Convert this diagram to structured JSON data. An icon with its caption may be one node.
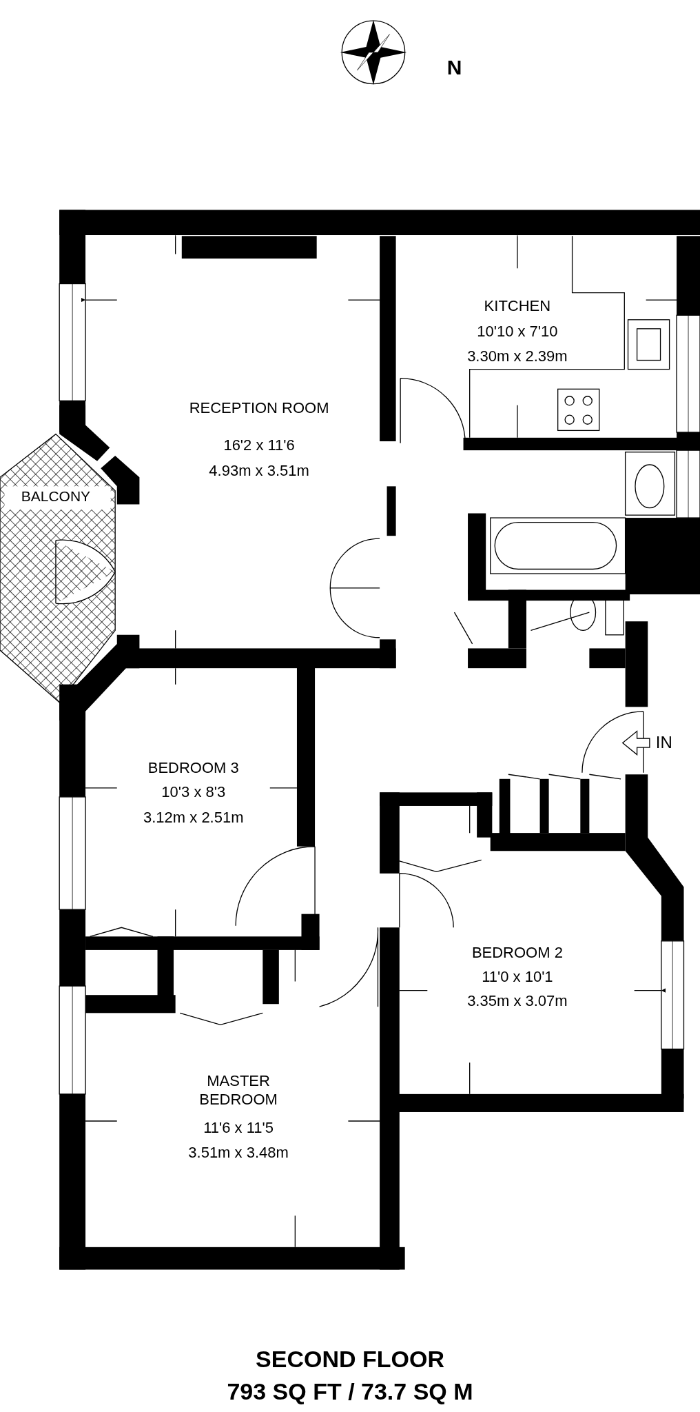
{
  "diagram": {
    "title": "SECOND FLOOR",
    "caption": "793 SQ FT / 73.7 SQ M",
    "labels": [
      "N",
      "KITCHEN",
      "10'10 x 7'10",
      "3.30m x 2.39m",
      "RECEPTION ROOM",
      "16'2 x 11'6",
      "4.93m x 3.51m",
      "BALCONY",
      "IN",
      "BEDROOM 3",
      "10'3 x 8'3",
      "3.12m x 2.51m",
      "BEDROOM 2",
      "11'0 x 10'1",
      "3.35m x 3.07m",
      "MASTER BEDROOM",
      "11'6 x 11'5",
      "3.51m x 3.48m"
    ]
  }
}
